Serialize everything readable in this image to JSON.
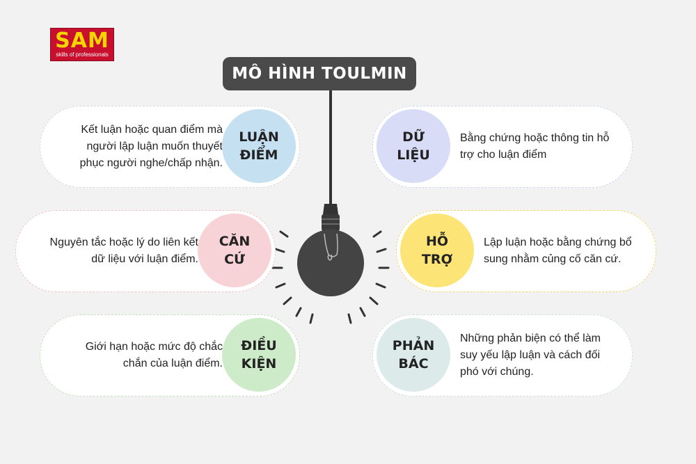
{
  "logo": {
    "brand": "SAM",
    "tagline": "skills of professionals"
  },
  "title": "MÔ HÌNH TOULMIN",
  "cards": [
    {
      "key": "claim",
      "label": "LUẬN\nĐIỂM",
      "description": "Kết luận hoặc quan điểm mà người lập luận muốn thuyết phục người nghe/chấp nhận.",
      "color": "#c5e0f0",
      "border": "#d8d8d8"
    },
    {
      "key": "data",
      "label": "DỮ\nLIỆU",
      "description": "Bằng chứng hoặc thông tin hỗ trợ cho luận điểm",
      "color": "#d9dcf6",
      "border": "#cdd4ee"
    },
    {
      "key": "warrant",
      "label": "CĂN\nCỨ",
      "description": "Nguyên tắc hoặc lý do liên kết dữ liệu với luận điểm.",
      "color": "#f7d3d8",
      "border": "#f0c3c9"
    },
    {
      "key": "backing",
      "label": "HỖ\nTRỢ",
      "description": "Lập luận hoặc bằng chứng bổ sung nhằm củng cố căn cứ.",
      "color": "#fde477",
      "border": "#f3d76a"
    },
    {
      "key": "qualifier",
      "label": "ĐIỀU\nKIỆN",
      "description": "Giới hạn hoặc mức độ chắc chắn của luận điểm.",
      "color": "#cdeac9",
      "border": "#c2e0bd"
    },
    {
      "key": "rebuttal",
      "label": "PHẢN\nBÁC",
      "description": "Những phản biện có thể làm suy yếu lập luận và cách đối phó với chúng.",
      "color": "#dcebe9",
      "border": "#cfdedc"
    }
  ],
  "icons": {
    "bulb": "light-bulb-icon"
  }
}
